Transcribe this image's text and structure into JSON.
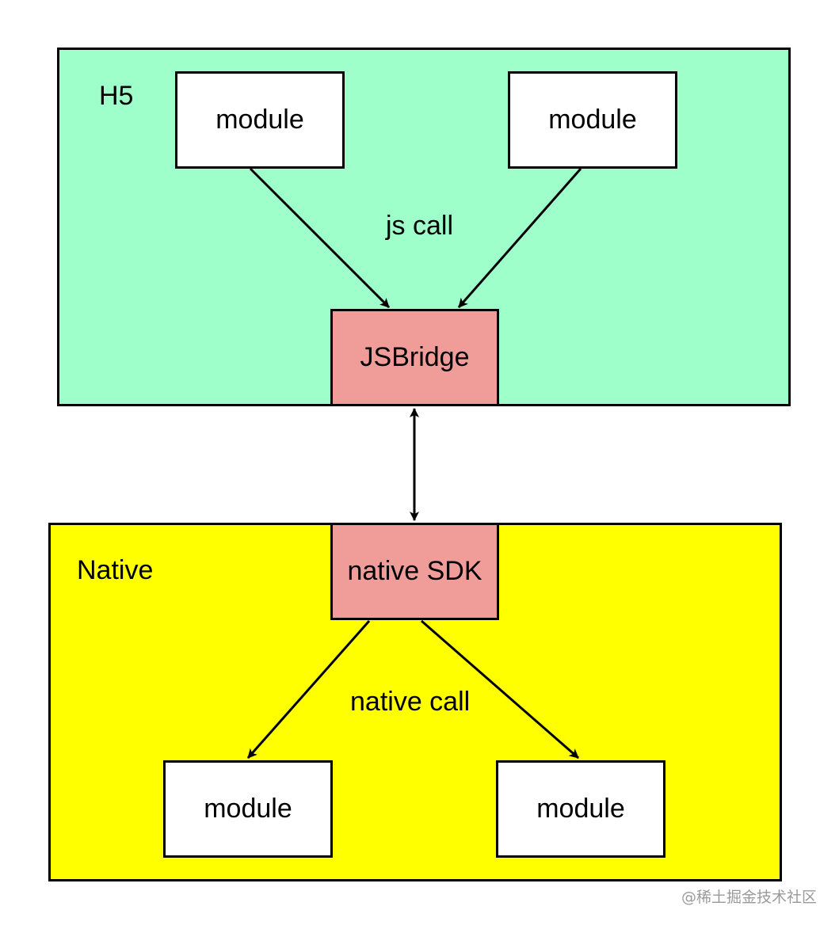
{
  "colors": {
    "h5_fill": "#9effcb",
    "native_fill": "#ffff00",
    "bridge_fill": "#f09d99",
    "module_fill": "#ffffff",
    "stroke": "#000000"
  },
  "h5": {
    "label": "H5",
    "module_left": "module",
    "module_right": "module",
    "call_label": "js call",
    "bridge": "JSBridge"
  },
  "native": {
    "label": "Native",
    "sdk": "native SDK",
    "call_label": "native call",
    "module_left": "module",
    "module_right": "module"
  },
  "watermark": "@稀土掘金技术社区"
}
